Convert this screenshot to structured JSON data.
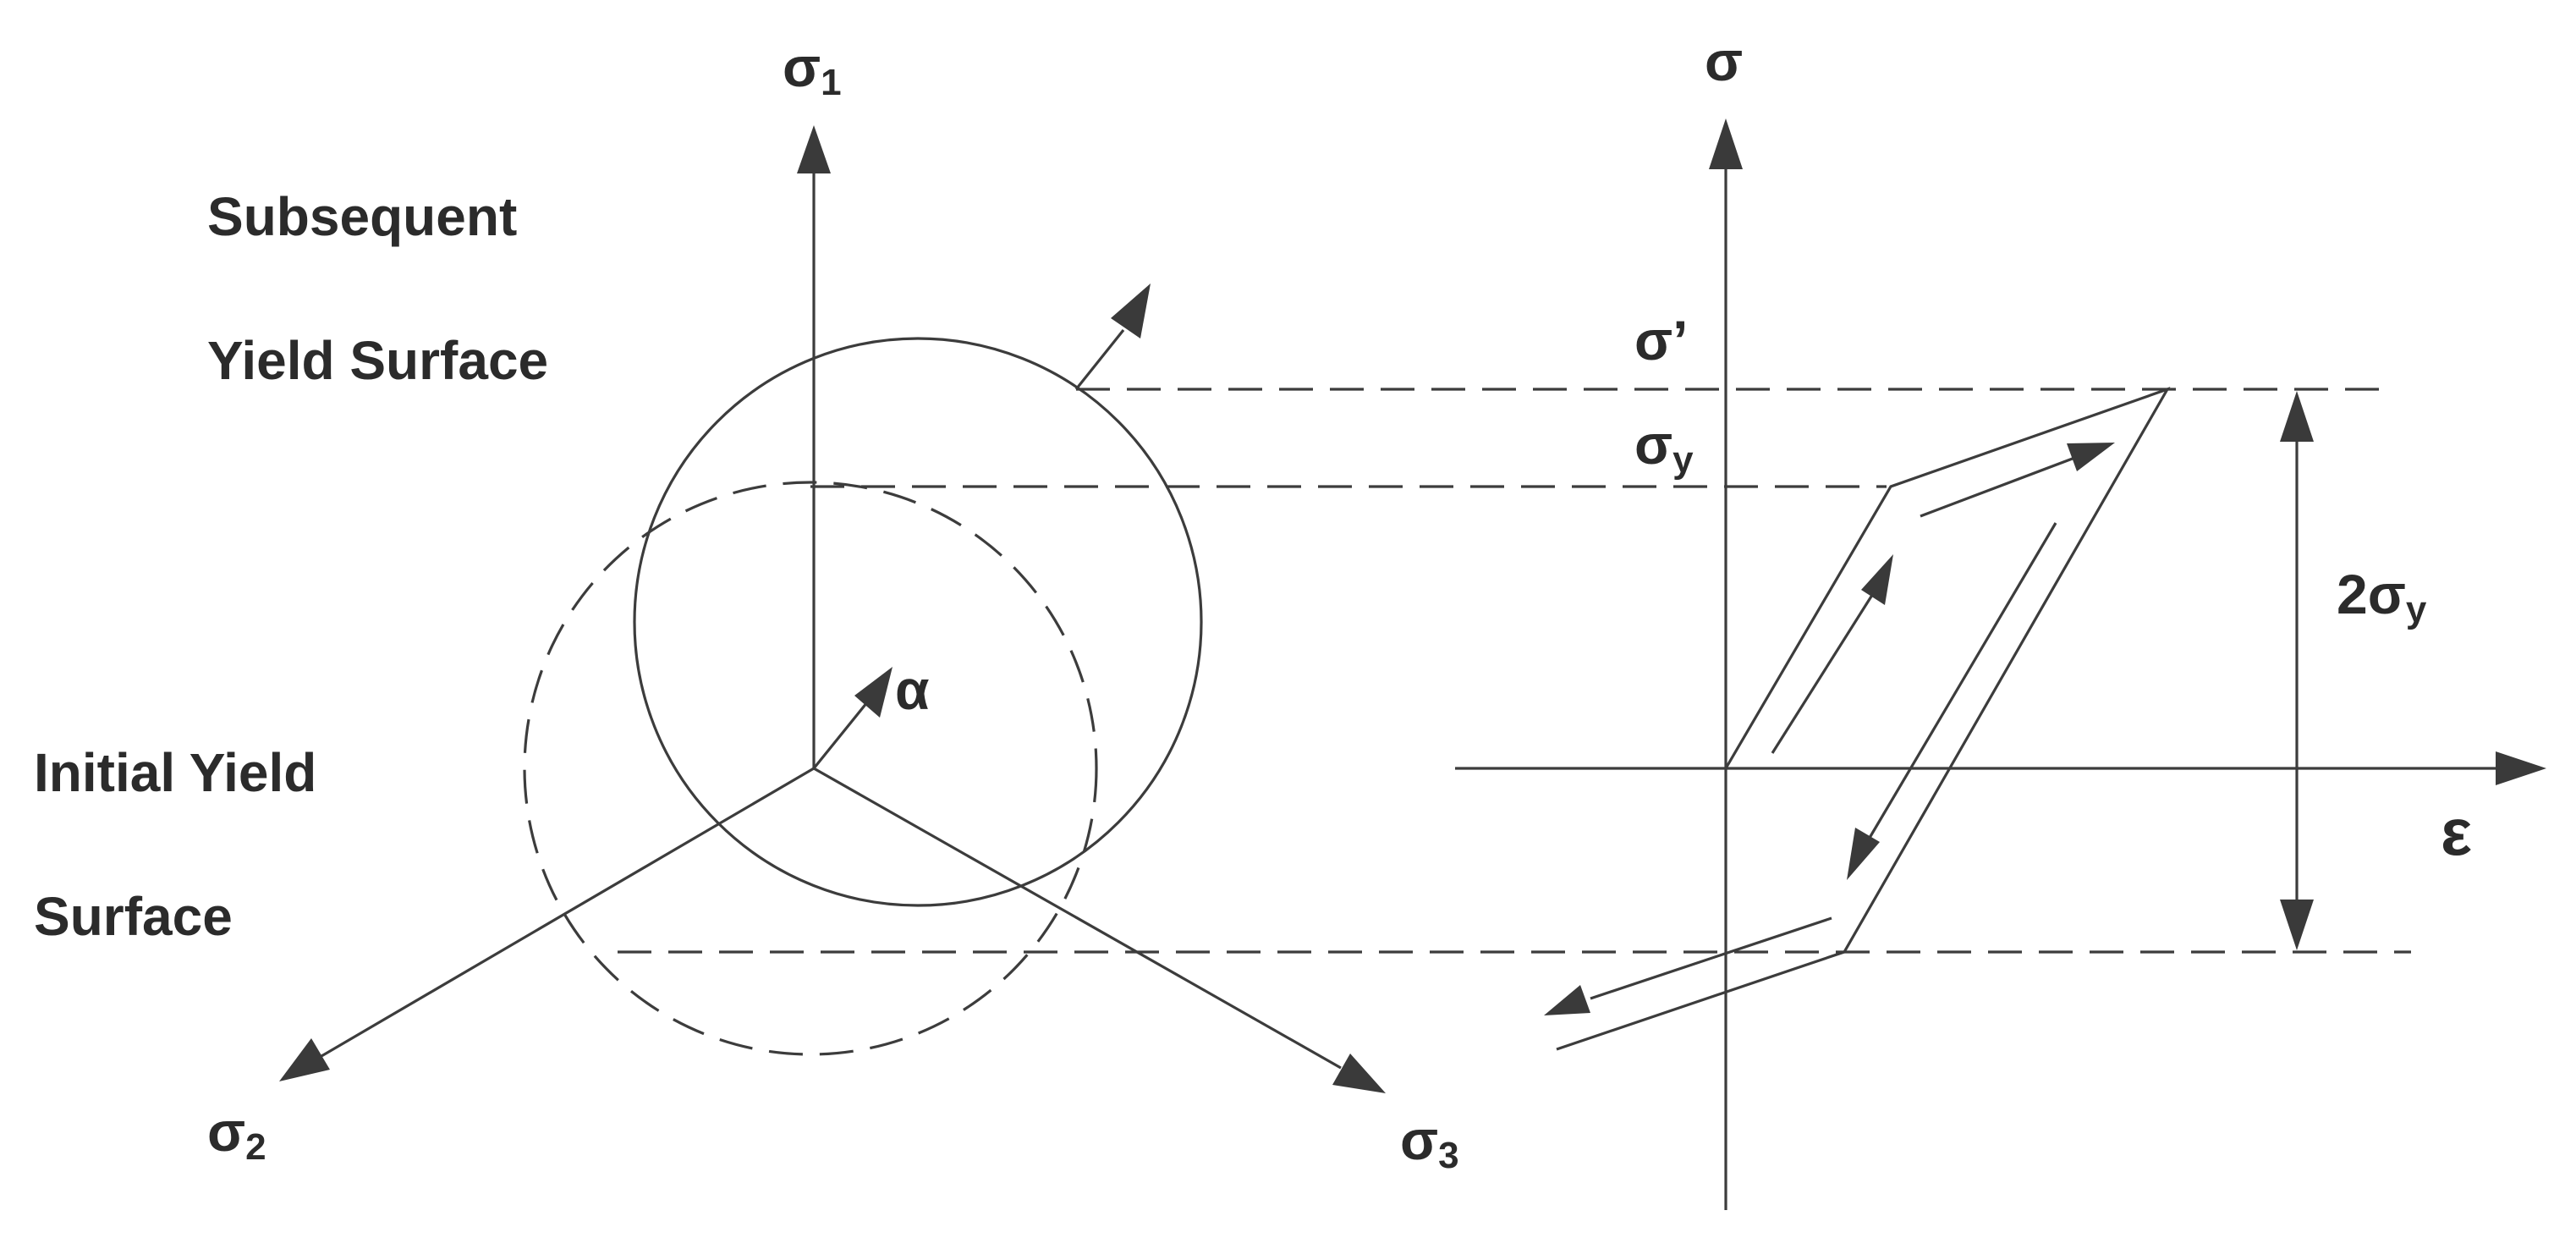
{
  "left_diagram": {
    "subsequent_yield_surface_line1": "Subsequent",
    "subsequent_yield_surface_line2": "Yield Surface",
    "initial_yield_surface_line1": "Initial Yield",
    "initial_yield_surface_line2": "Surface",
    "axis_sigma1": {
      "base": "σ",
      "sub": "1"
    },
    "axis_sigma2": {
      "base": "σ",
      "sub": "2"
    },
    "axis_sigma3": {
      "base": "σ",
      "sub": "3"
    },
    "backstress_label": "α"
  },
  "right_diagram": {
    "axis_stress": "σ",
    "axis_strain": "ε",
    "label_sigma_prime": "σ’",
    "label_sigma_y": {
      "base": "σ",
      "sub": "y"
    },
    "label_two_sigma_y": {
      "base": "2σ",
      "sub": "y"
    }
  },
  "colors": {
    "line": "#3c3c3c",
    "text": "#2b2b2b",
    "background": "#ffffff"
  }
}
